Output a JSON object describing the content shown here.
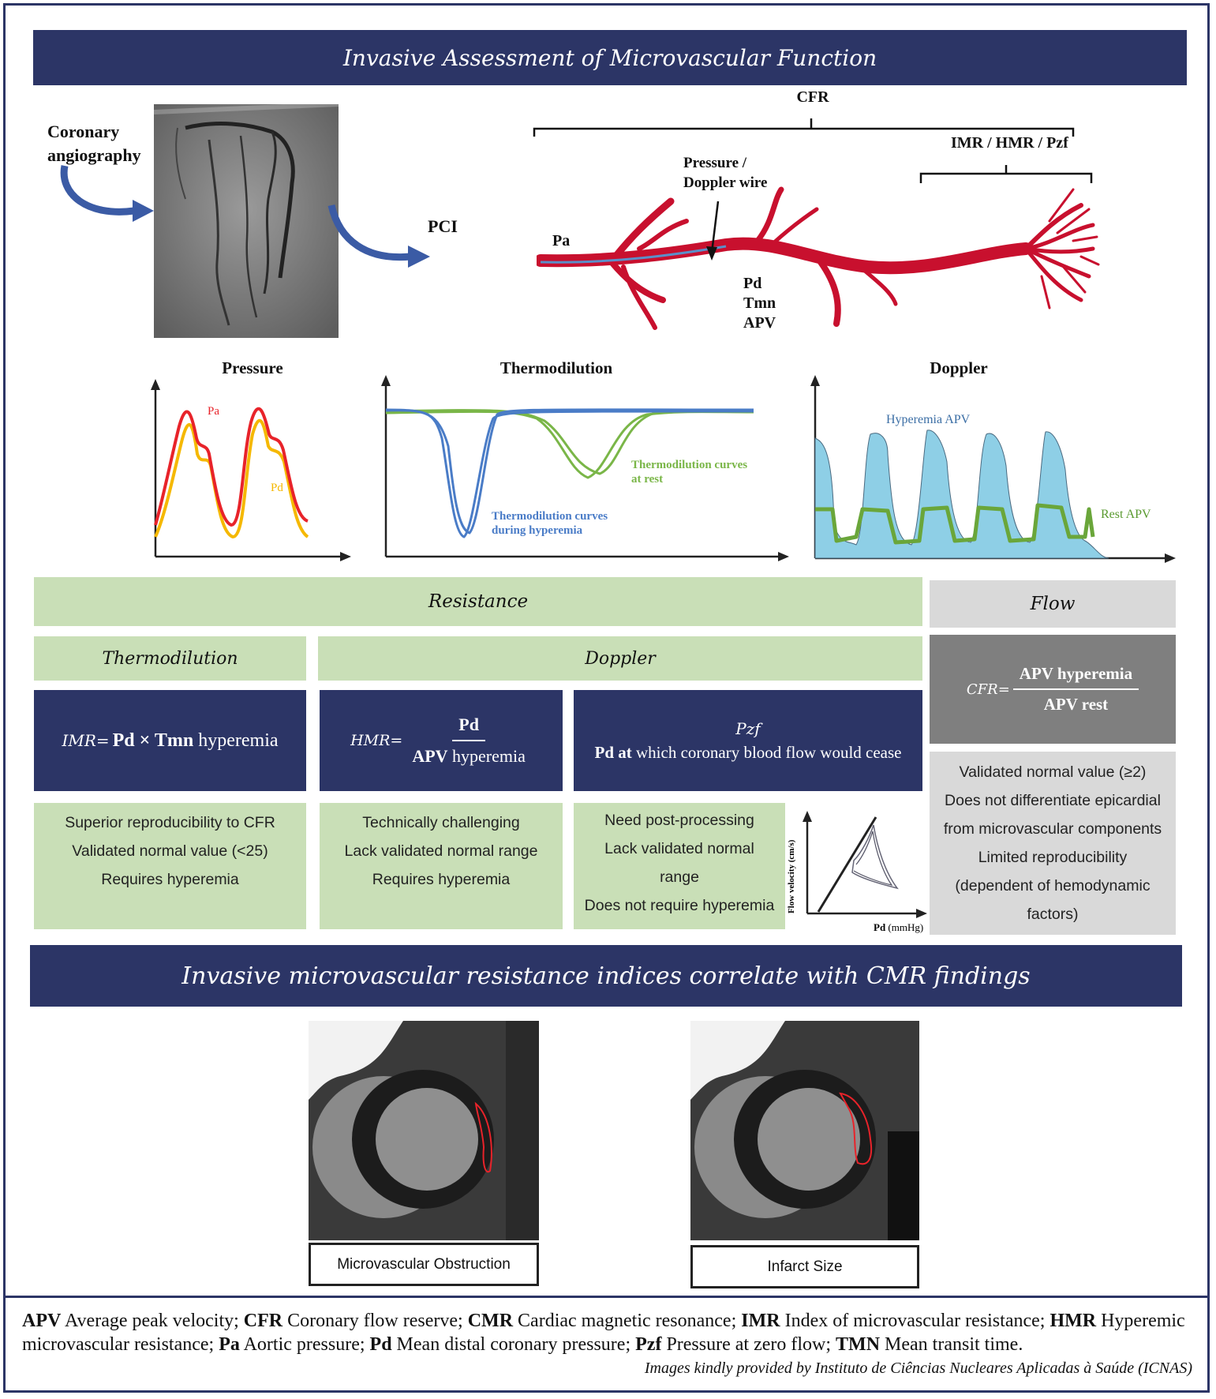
{
  "header": {
    "title": "Invasive Assessment of Microvascular Function"
  },
  "top": {
    "angiography_label_line1": "Coronary",
    "angiography_label_line2": "angiography",
    "pci_label": "PCI",
    "cfr_label": "CFR",
    "imr_group_label": "IMR / HMR / Pzf",
    "wire_label_line1": "Pressure /",
    "wire_label_line2": "Doppler wire",
    "pa_label": "Pa",
    "pd_label": "Pd",
    "tmn_label": "Tmn",
    "apv_label": "APV"
  },
  "waveforms": {
    "pressure": {
      "title": "Pressure",
      "pa": "Pa",
      "pd": "Pd"
    },
    "thermodilution": {
      "title": "Thermodilution",
      "rest_line1": "Thermodilution curves",
      "rest_line2": "at rest",
      "hyper_line1": "Thermodilution curves",
      "hyper_line2": "during hyperemia"
    },
    "doppler": {
      "title": "Doppler",
      "hyperemia": "Hyperemia APV",
      "rest": "Rest APV"
    }
  },
  "table": {
    "resistance_header": "Resistance",
    "flow_header": "Flow",
    "thermodilution_header": "Thermodilution",
    "doppler_header": "Doppler",
    "imr": {
      "prefix": "IMR=",
      "bold": "Pd × Tmn",
      "rest": "hyperemia"
    },
    "hmr": {
      "prefix": "HMR=",
      "num": "Pd",
      "den_bold": "APV",
      "den_rest": "hyperemia"
    },
    "pzf": {
      "title": "Pzf",
      "bold": "Pd at",
      "rest": "which coronary blood flow would cease"
    },
    "cfr": {
      "prefix": "CFR=",
      "num": "APV hyperemia",
      "den": "APV rest"
    },
    "imr_points": [
      "Superior reproducibility to CFR",
      "Validated normal value (<25)",
      "Requires hyperemia"
    ],
    "hmr_points": [
      "Technically challenging",
      "Lack validated normal range",
      "Requires hyperemia"
    ],
    "pzf_points": [
      "Need post-processing",
      "Lack validated normal",
      "range",
      "Does not require hyperemia"
    ],
    "pzf_plot": {
      "ylabel": "Flow velocity (cm/s)",
      "xlabel_bold": "Pd",
      "xlabel_rest": "(mmHg)"
    },
    "cfr_points": [
      "Validated normal value (≥2)",
      "Does not differentiate epicardial",
      "from microvascular components",
      "Limited reproducibility",
      "(dependent of hemodynamic",
      "factors)"
    ]
  },
  "cmr": {
    "banner": "Invasive microvascular resistance indices correlate with CMR findings",
    "caption_left": "Microvascular Obstruction",
    "caption_right": "Infarct Size"
  },
  "footer": {
    "parts": [
      {
        "b": "APV",
        "t": " Average peak velocity; "
      },
      {
        "b": "CFR",
        "t": " Coronary flow reserve; "
      },
      {
        "b": "CMR",
        "t": " Cardiac magnetic resonance; "
      },
      {
        "b": "IMR",
        "t": " Index of microvascular resistance; "
      },
      {
        "b": "HMR",
        "t": " Hyperemic microvascular resistance; "
      },
      {
        "b": "Pa",
        "t": " Aortic pressure; "
      },
      {
        "b": "Pd",
        "t": " Mean distal coronary pressure; "
      },
      {
        "b": "Pzf",
        "t": " Pressure at zero flow; "
      },
      {
        "b": "TMN",
        "t": " Mean transit time."
      }
    ],
    "credit": "Images kindly provided by Instituto de Ciências Nucleares Aplicadas à Saúde (ICNAS)"
  },
  "colors": {
    "navy": "#2c3566",
    "green": "#c9dfb7",
    "light_gray": "#d9d9d9",
    "dark_gray": "#7f7f7f",
    "vessel_red": "#c8102e",
    "pa_red": "#e8232a",
    "pd_yellow": "#f5b800",
    "thermo_blue": "#4a7cc7",
    "thermo_green": "#7ab648",
    "doppler_fill": "#8ecfe6",
    "doppler_rest": "#6aa63a",
    "arrow_blue": "#3b5ba5"
  }
}
